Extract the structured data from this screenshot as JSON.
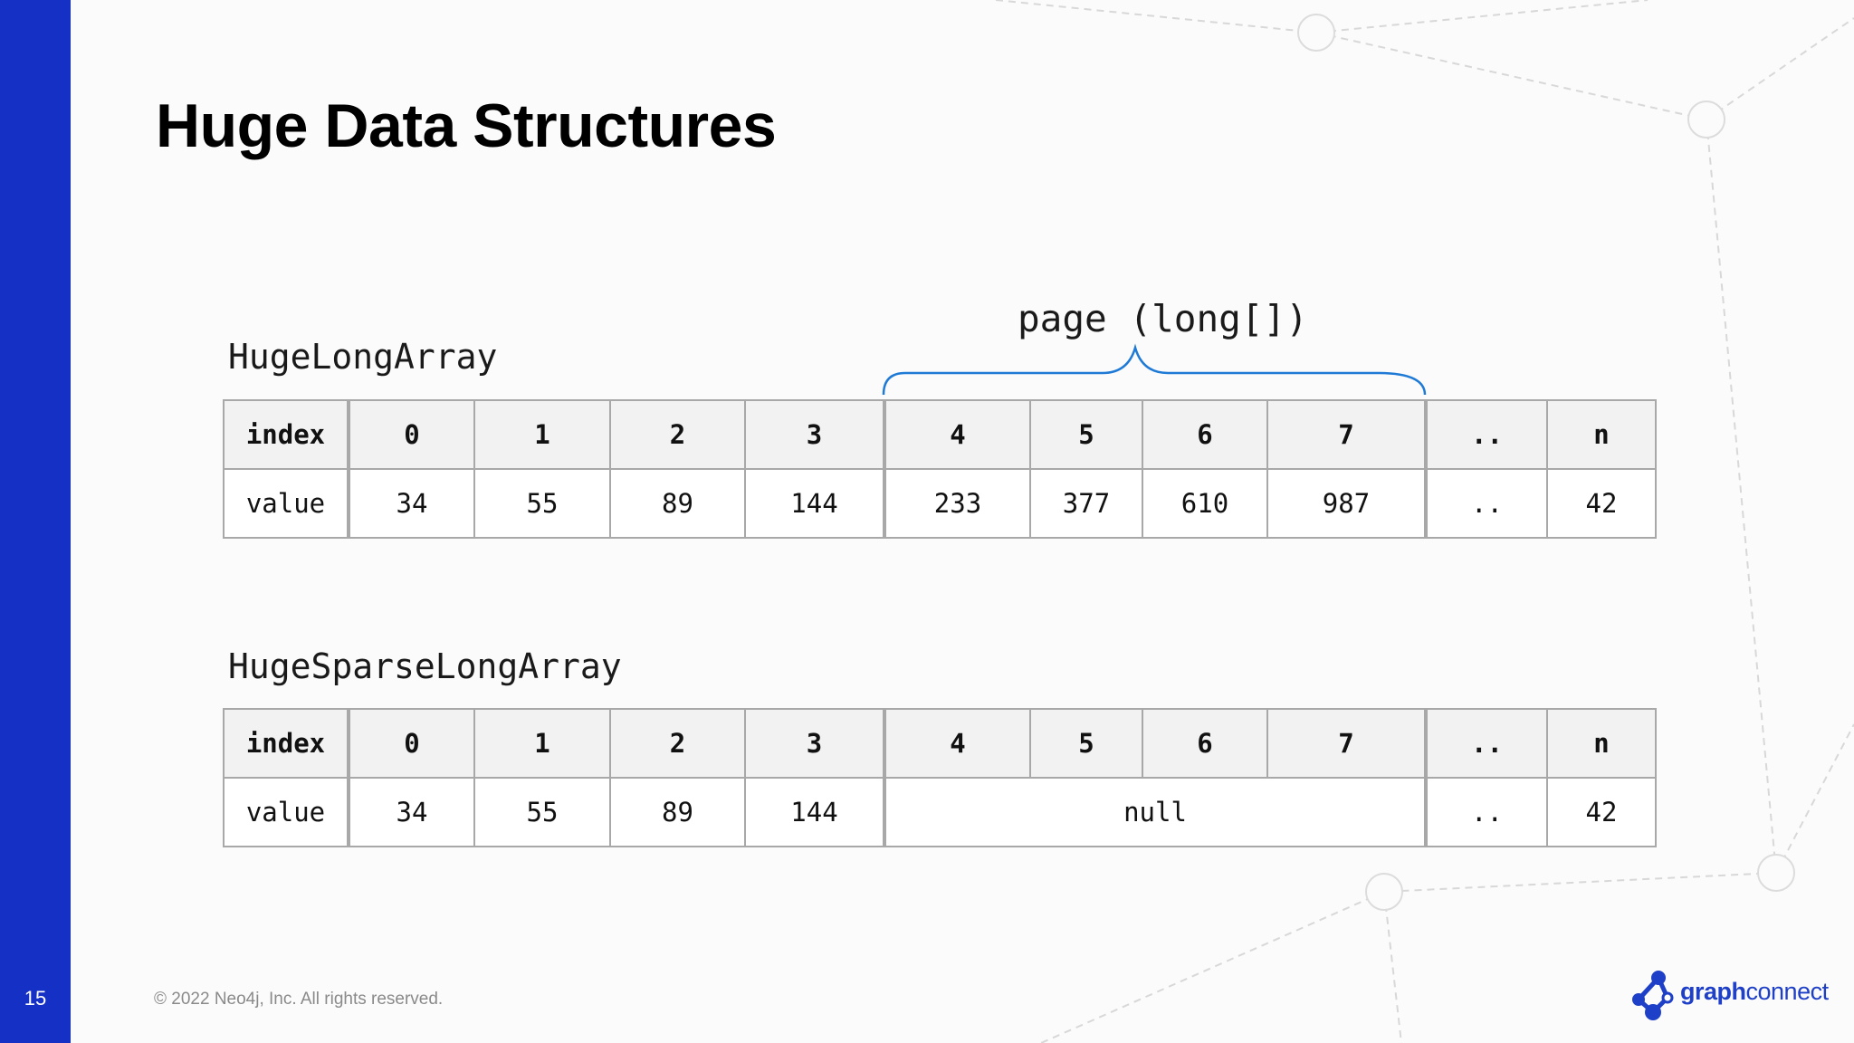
{
  "slide": {
    "title": "Huge Data Structures",
    "number": "15",
    "footer": "© 2022 Neo4j, Inc. All rights reserved."
  },
  "brand": {
    "logo_bold": "graph",
    "logo_rest": "connect",
    "accent_color": "#1530c4"
  },
  "page_annotation": "page (long[])",
  "huge_long_array": {
    "label": "HugeLongArray",
    "header": [
      "index",
      "0",
      "1",
      "2",
      "3",
      "4",
      "5",
      "6",
      "7",
      "..",
      "n"
    ],
    "values": [
      "value",
      "34",
      "55",
      "89",
      "144",
      "233",
      "377",
      "610",
      "987",
      "..",
      "42"
    ]
  },
  "huge_sparse_long_array": {
    "label": "HugeSparseLongArray",
    "header": [
      "index",
      "0",
      "1",
      "2",
      "3",
      "4",
      "5",
      "6",
      "7",
      "..",
      "n"
    ],
    "values": [
      "value",
      "34",
      "55",
      "89",
      "144",
      "null",
      "..",
      "42"
    ]
  }
}
